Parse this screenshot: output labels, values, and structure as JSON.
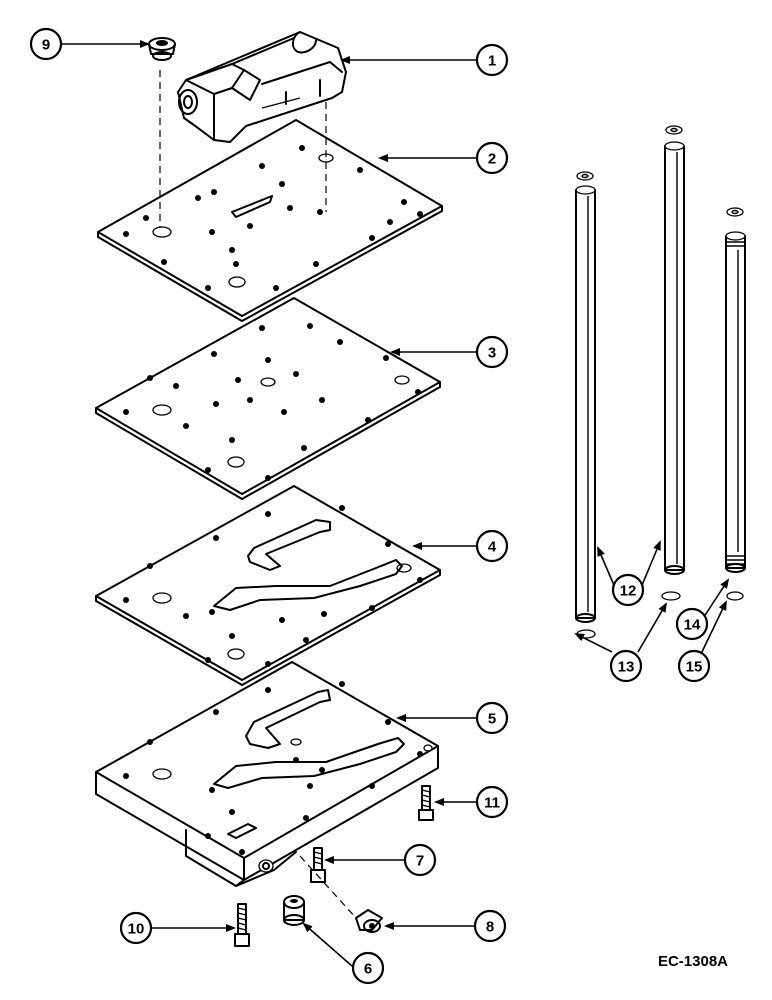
{
  "diagram": {
    "figure_id": "EC-1308A",
    "callouts": [
      {
        "label": "1",
        "part": "valve-body"
      },
      {
        "label": "2",
        "part": "gasket-top"
      },
      {
        "label": "3",
        "part": "separator-plate"
      },
      {
        "label": "4",
        "part": "gasket-bottom"
      },
      {
        "label": "5",
        "part": "base-plate"
      },
      {
        "label": "6",
        "part": "plug"
      },
      {
        "label": "7",
        "part": "bolt-short"
      },
      {
        "label": "8",
        "part": "plug-side"
      },
      {
        "label": "9",
        "part": "cap-plug"
      },
      {
        "label": "10",
        "part": "bolt-long"
      },
      {
        "label": "11",
        "part": "bolt-side"
      },
      {
        "label": "12",
        "part": "tubes"
      },
      {
        "label": "13",
        "part": "o-rings"
      },
      {
        "label": "14",
        "part": "tube-threaded"
      },
      {
        "label": "15",
        "part": "o-ring-small"
      }
    ]
  }
}
